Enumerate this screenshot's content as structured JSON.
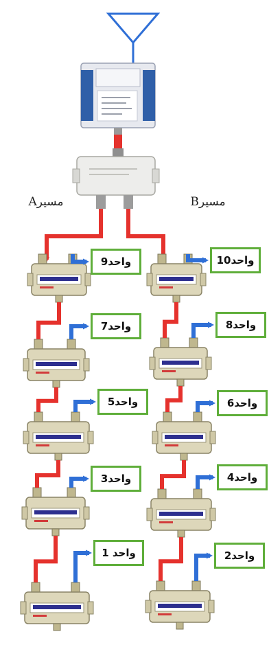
{
  "routes": {
    "a": "مسیرA",
    "b": "مسیرB"
  },
  "units": {
    "u1": "واحد 1",
    "u2": "واحد2",
    "u3": "واحد3",
    "u4": "واحد4",
    "u5": "واحد5",
    "u6": "واحد6",
    "u7": "واحد7",
    "u8": "واحد8",
    "u9": "واحد9",
    "u10": "واحد10"
  },
  "colors": {
    "red_cable": "#e5322d",
    "blue_cable": "#2f6fd6",
    "unit_border": "#5fae3a",
    "tap_body": "#d8d2b4",
    "amplifier": "#2f5fa8"
  }
}
